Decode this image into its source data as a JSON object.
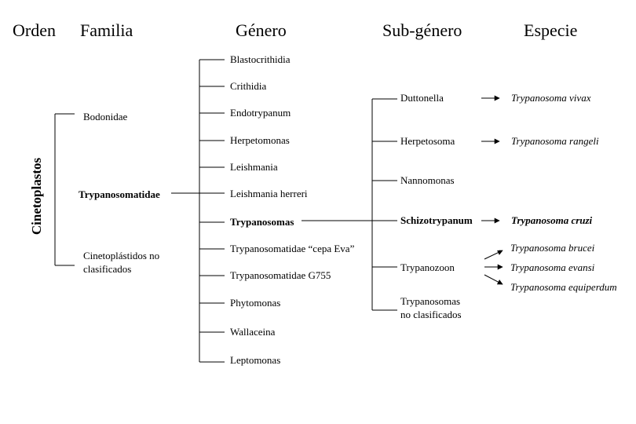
{
  "headers": {
    "orden": "Orden",
    "familia": "Familia",
    "genero": "Género",
    "subgenero": "Sub-género",
    "especie": "Especie"
  },
  "orden": {
    "name": "Cinetoplastos"
  },
  "familias": [
    {
      "name": "Bodonidae"
    },
    {
      "name": "Trypanosomatidae"
    },
    {
      "name_line1": "Cinetoplástidos no",
      "name_line2": "clasificados"
    }
  ],
  "generos": [
    "Blastocrithidia",
    "Crithidia",
    "Endotrypanum",
    "Herpetomonas",
    "Leishmania",
    "Leishmania herreri",
    "Trypanosomas",
    "Trypanosomatidae “cepa Eva”",
    "Trypanosomatidae G755",
    "Phytomonas",
    "Wallaceina",
    "Leptomonas"
  ],
  "subgeneros": [
    {
      "name": "Duttonella"
    },
    {
      "name": "Herpetosoma"
    },
    {
      "name": "Nannomonas"
    },
    {
      "name": "Schizotrypanum"
    },
    {
      "name": "Trypanozoon"
    },
    {
      "name_line1": "Trypanosomas",
      "name_line2": "no clasificados"
    }
  ],
  "especies": [
    "Trypanosoma vivax",
    "Trypanosoma rangeli",
    "Trypanosoma cruzi",
    "Trypanosoma brucei",
    "Trypanosoma evansi",
    "Trypanosoma equiperdum"
  ]
}
